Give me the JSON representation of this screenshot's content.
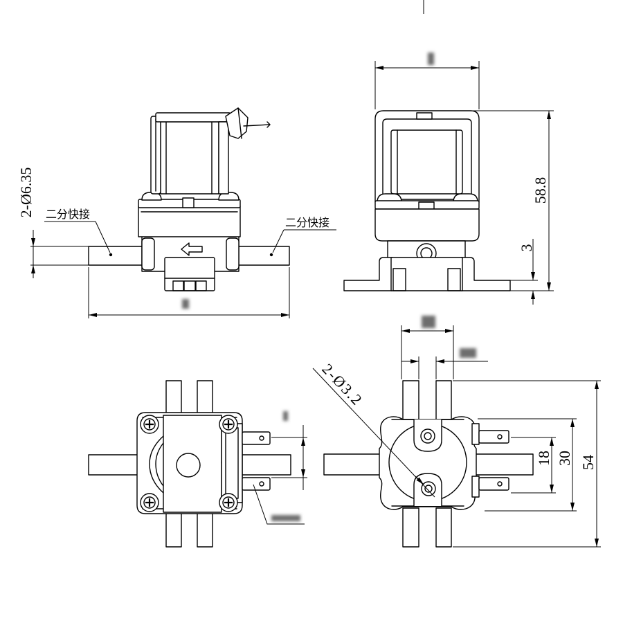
{
  "front_view": {
    "pipe_dim_label": "2-Ø6.35",
    "left_fitting_label": "二分快接",
    "right_fitting_label": "二分快接"
  },
  "side_view": {
    "height_dim_label": "58.8",
    "base_dim_label": "3"
  },
  "top_view": {
    "hole_dim_label": "2-Ø3.2",
    "terminal_pitch_dim_label": "18",
    "body_dim_label": "30",
    "overall_dim_label": "54"
  }
}
